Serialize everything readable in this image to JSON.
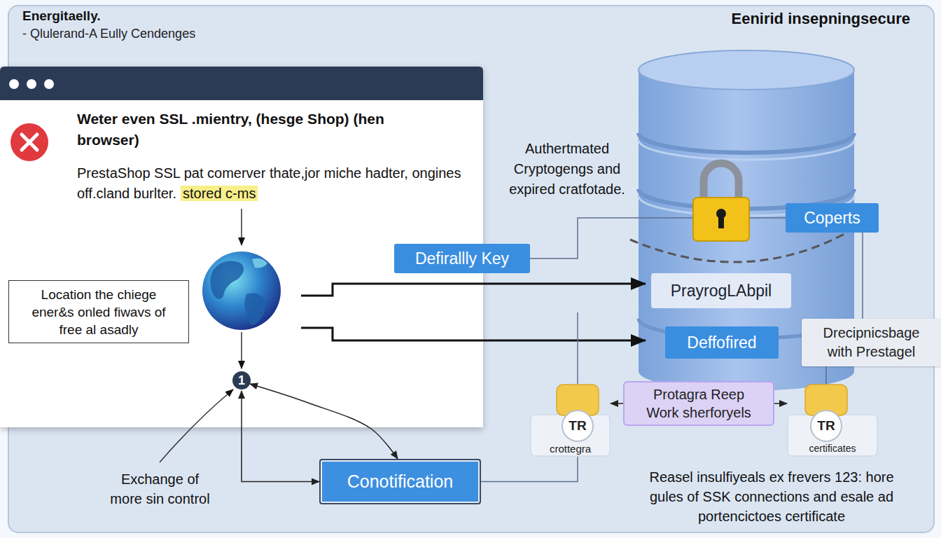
{
  "diagram": {
    "title": "Energitaelly.",
    "nodes": [
      {
        "text": [
          "Weter even SSL .mientry, (hesge Shop) (hen browser)",
          "PrestaShop SSL pat comerver thate,jor miche hadter, ongines off.cland burlter.",
          "stored c-ms"
        ]
      },
      {
        "text": [
          "Location the chiege ener&s onled fiwavs of free al asadly"
        ],
        "in": 0
      },
      {
        "text": [
          "1"
        ],
        "in": 0
      },
      {
        "text": [
          "Defirallly Key"
        ]
      },
      {
        "text": [
          "Coperts"
        ]
      },
      {
        "text": [
          "PrayrogLAbpil"
        ]
      },
      {
        "text": [
          "Deffofired"
        ]
      },
      {
        "text": [
          "Drecipnicsbage with Prestagel"
        ]
      },
      {
        "text": [
          "Protagra Reep Work sherforyels"
        ]
      },
      {
        "text": [
          "TR",
          "crottegra"
        ]
      },
      {
        "text": [
          "TR",
          "certificates"
        ]
      },
      {
        "text": [
          "Conotification"
        ]
      }
    ],
    "edges": [
      {
        "from": 3,
        "to": 4,
        "arrow": "none"
      },
      {
        "from": 4,
        "to": 7,
        "arrow": "none"
      },
      {
        "from": 8,
        "to": 9,
        "arrow": "to"
      },
      {
        "from": 8,
        "to": 10,
        "arrow": "to"
      },
      {
        "from": 10,
        "to": 7,
        "arrow": "none"
      },
      {
        "from": 11,
        "to": 9,
        "arrow": "none"
      },
      {
        "from": 2,
        "to": 11,
        "arrow": "both"
      },
      {
        "from": 2,
        "to": 11,
        "arrow": "both"
      }
    ],
    "labels": [
      "- Qlulerand-A Eully Cendenges",
      "Eenirid insepningsecure",
      "Authertmated Cryptogengs and expired cratfotade.",
      "Exchange of more sin control",
      "Reasel insulfiyeals ex frevers 123: hore gules of SSK connections and esale ad portencictoes certificate"
    ]
  }
}
